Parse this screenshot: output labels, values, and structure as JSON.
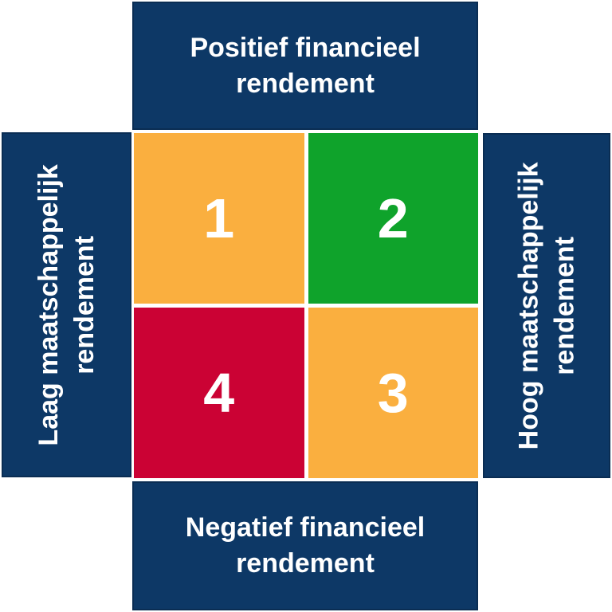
{
  "matrix": {
    "title_semantic": "Financieel vs maatschappelijk rendement matrix",
    "colors": {
      "bar_navy": "#0D3866",
      "text_white": "#FFFFFF",
      "orange": "#FAAF3F",
      "green": "#0FA32B",
      "red": "#CB0234",
      "background": "#FFFFFF"
    },
    "top_bar": {
      "line1": "Positief financieel",
      "line2": "rendement"
    },
    "bottom_bar": {
      "line1": "Negatief financieel",
      "line2": "rendement"
    },
    "left_bar": {
      "line1": "Laag maatschappelijk",
      "line2": "rendement"
    },
    "right_bar": {
      "line1": "Hoog maatschappelijk",
      "line2": "rendement"
    },
    "quadrants": {
      "q1": {
        "number": "1",
        "color": "#FAAF3F",
        "position": "top-left"
      },
      "q2": {
        "number": "2",
        "color": "#0FA32B",
        "position": "top-right"
      },
      "q3": {
        "number": "3",
        "color": "#FAAF3F",
        "position": "bottom-right"
      },
      "q4": {
        "number": "4",
        "color": "#CB0234",
        "position": "bottom-left"
      }
    }
  }
}
